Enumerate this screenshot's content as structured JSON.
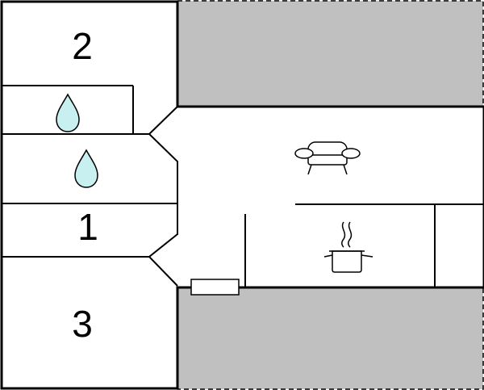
{
  "rooms": {
    "room_2": "2",
    "room_1": "1",
    "room_3": "3"
  },
  "icons": [
    "water-drop-icon",
    "water-drop-icon",
    "sofa-icon",
    "cooking-pot-icon"
  ],
  "colors": {
    "wall": "#000000",
    "floor": "#ffffff",
    "outdoor": "#c0c0c0",
    "water": "#c8f0f0"
  }
}
